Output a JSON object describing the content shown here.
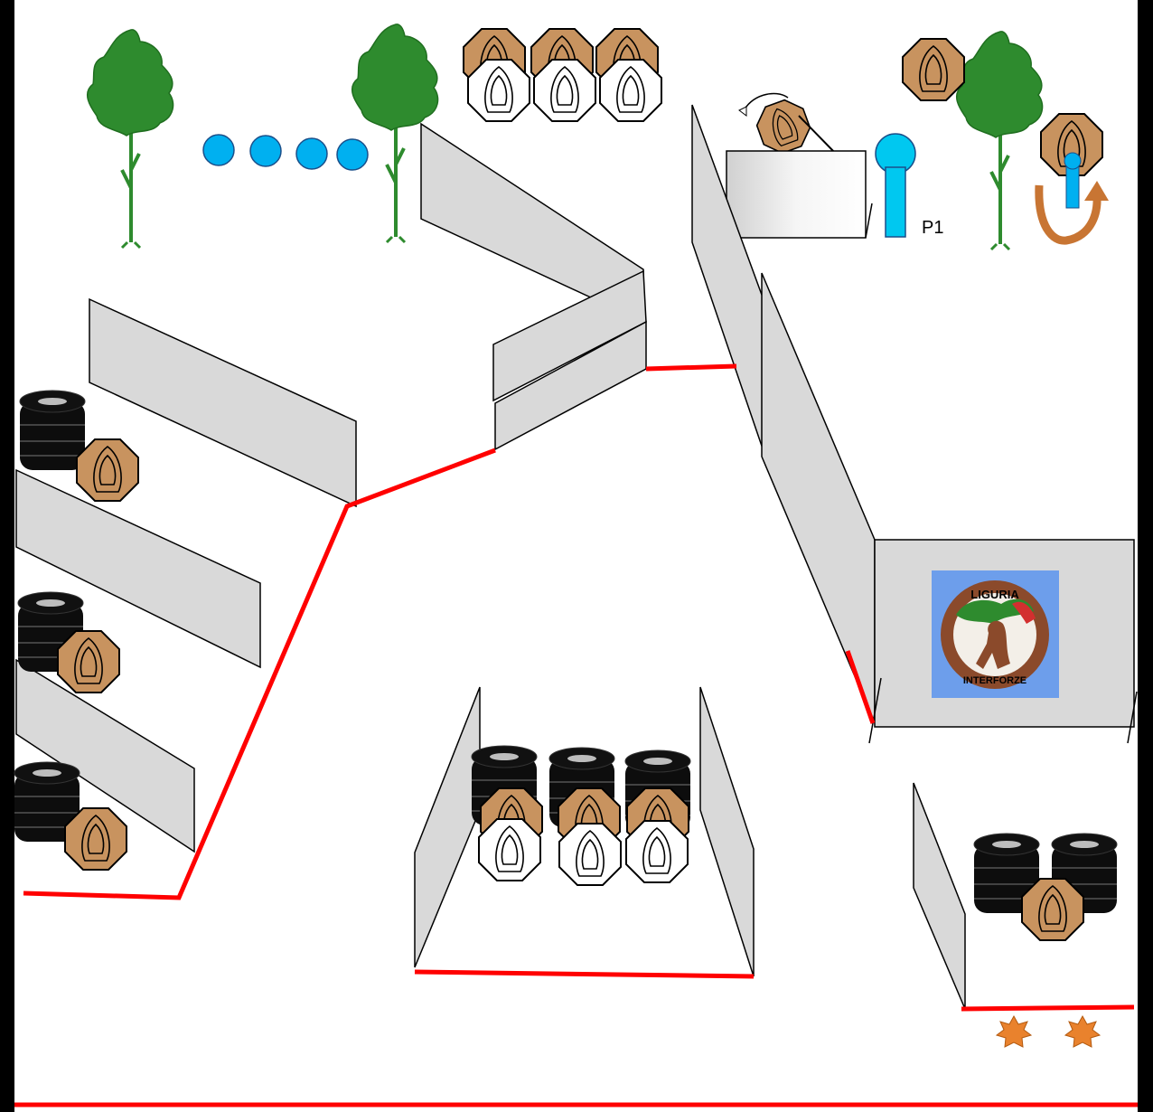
{
  "stage": {
    "position_label": "P1",
    "logo_text_top": "LIGURIA",
    "logo_text_bottom": "INTERFORZE"
  },
  "colors": {
    "fault_line": "#ff0000",
    "wall_fill": "#d9d9d9",
    "target_brown": "#c8935f",
    "no_shoot_white": "#ffffff",
    "steel_plate": "#00b0f0",
    "tree_green": "#2e8b2e",
    "tire_black": "#0d0d0d",
    "arrow_orange": "#c87533",
    "star_orange": "#e9822d",
    "logo_bg": "#6d9eeb"
  },
  "legend_items": [
    {
      "icon": "paper-target-icon"
    },
    {
      "icon": "no-shoot-target-icon"
    },
    {
      "icon": "steel-plate-icon"
    },
    {
      "icon": "popper-icon"
    },
    {
      "icon": "tire-stack-icon"
    },
    {
      "icon": "tree-icon"
    },
    {
      "icon": "star-icon"
    }
  ]
}
